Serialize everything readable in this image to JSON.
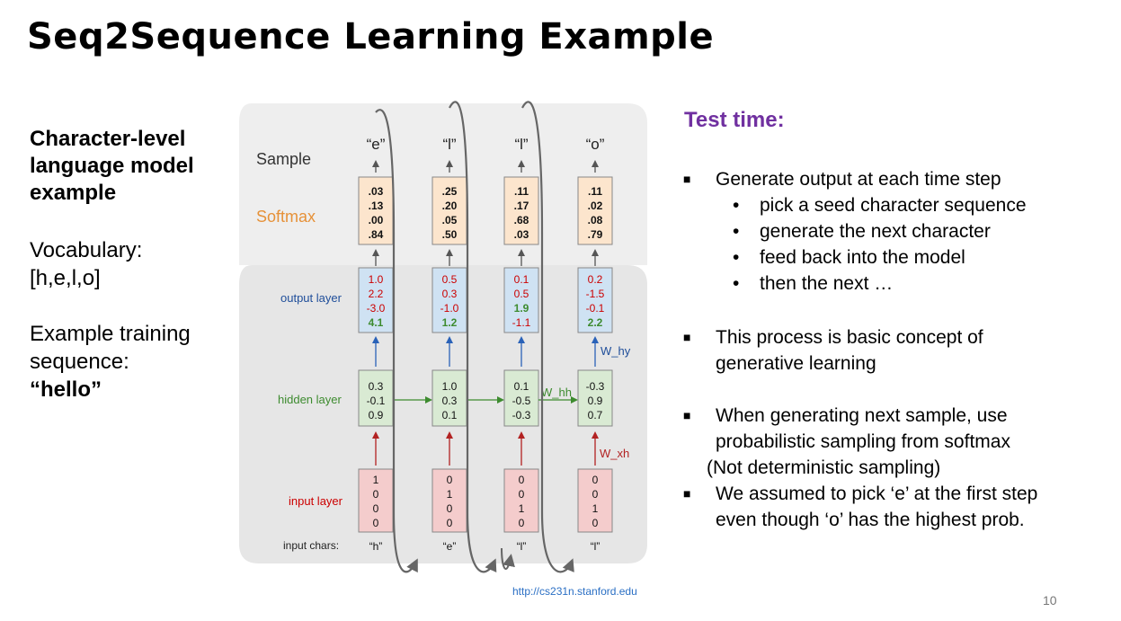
{
  "title": "Seq2Sequence Learning Example",
  "left": {
    "heading": [
      "Character-level",
      "language model",
      "example"
    ],
    "vocab": [
      "Vocabulary:",
      "[h,e,l,o]"
    ],
    "example": [
      "Example training",
      "sequence:"
    ],
    "word": "“hello”"
  },
  "diagram": {
    "row_labels": {
      "sample": "Sample",
      "softmax": "Softmax",
      "output": "output layer",
      "hidden": "hidden layer",
      "input": "input layer",
      "chars": "input chars:"
    },
    "samples": [
      "“e”",
      "“l”",
      "“l”",
      "“o”"
    ],
    "input_chars": [
      "“h”",
      "“e”",
      "“l”",
      "“l”"
    ],
    "softmax": [
      [
        ".03",
        ".13",
        ".00",
        ".84"
      ],
      [
        ".25",
        ".20",
        ".05",
        ".50"
      ],
      [
        ".11",
        ".17",
        ".68",
        ".03"
      ],
      [
        ".11",
        ".02",
        ".08",
        ".79"
      ]
    ],
    "output": [
      [
        "1.0",
        "2.2",
        "-3.0",
        "4.1"
      ],
      [
        "0.5",
        "0.3",
        "-1.0",
        "1.2"
      ],
      [
        "0.1",
        "0.5",
        "1.9",
        "-1.1"
      ],
      [
        "0.2",
        "-1.5",
        "-0.1",
        "2.2"
      ]
    ],
    "hidden": [
      [
        "0.3",
        "-0.1",
        "0.9"
      ],
      [
        "1.0",
        "0.3",
        "0.1"
      ],
      [
        "0.1",
        "-0.5",
        "-0.3"
      ],
      [
        "-0.3",
        "0.9",
        "0.7"
      ]
    ],
    "input": [
      [
        "1",
        "0",
        "0",
        "0"
      ],
      [
        "0",
        "1",
        "0",
        "0"
      ],
      [
        "0",
        "0",
        "1",
        "0"
      ],
      [
        "0",
        "0",
        "1",
        "0"
      ]
    ],
    "weights": {
      "why": "W_hy",
      "whh": "W_hh",
      "wxh": "W_xh"
    },
    "colors": {
      "softmax_fill": "#fce5cd",
      "output_fill": "#cfe2f3",
      "hidden_fill": "#d9ead3",
      "input_fill": "#f4cccc",
      "green": "#3d8b2f",
      "red": "#cc0000",
      "blue": "#1f4e9a"
    }
  },
  "right": {
    "heading": "Test time:",
    "b1": "Generate output at each time step",
    "subs": [
      "pick a seed character sequence",
      "generate the next character",
      "feed back into the model",
      "then the next …"
    ],
    "b2": [
      "This process is basic concept of",
      "generative learning"
    ],
    "b3": [
      "When generating next sample, use",
      "probabilistic sampling from softmax"
    ],
    "b3_note": "(Not deterministic sampling)",
    "b4": [
      "We assumed to pick ‘e’ at the first step",
      "even though ‘o’ has the highest prob."
    ]
  },
  "source": "http://cs231n.stanford.edu",
  "page_number": "10"
}
